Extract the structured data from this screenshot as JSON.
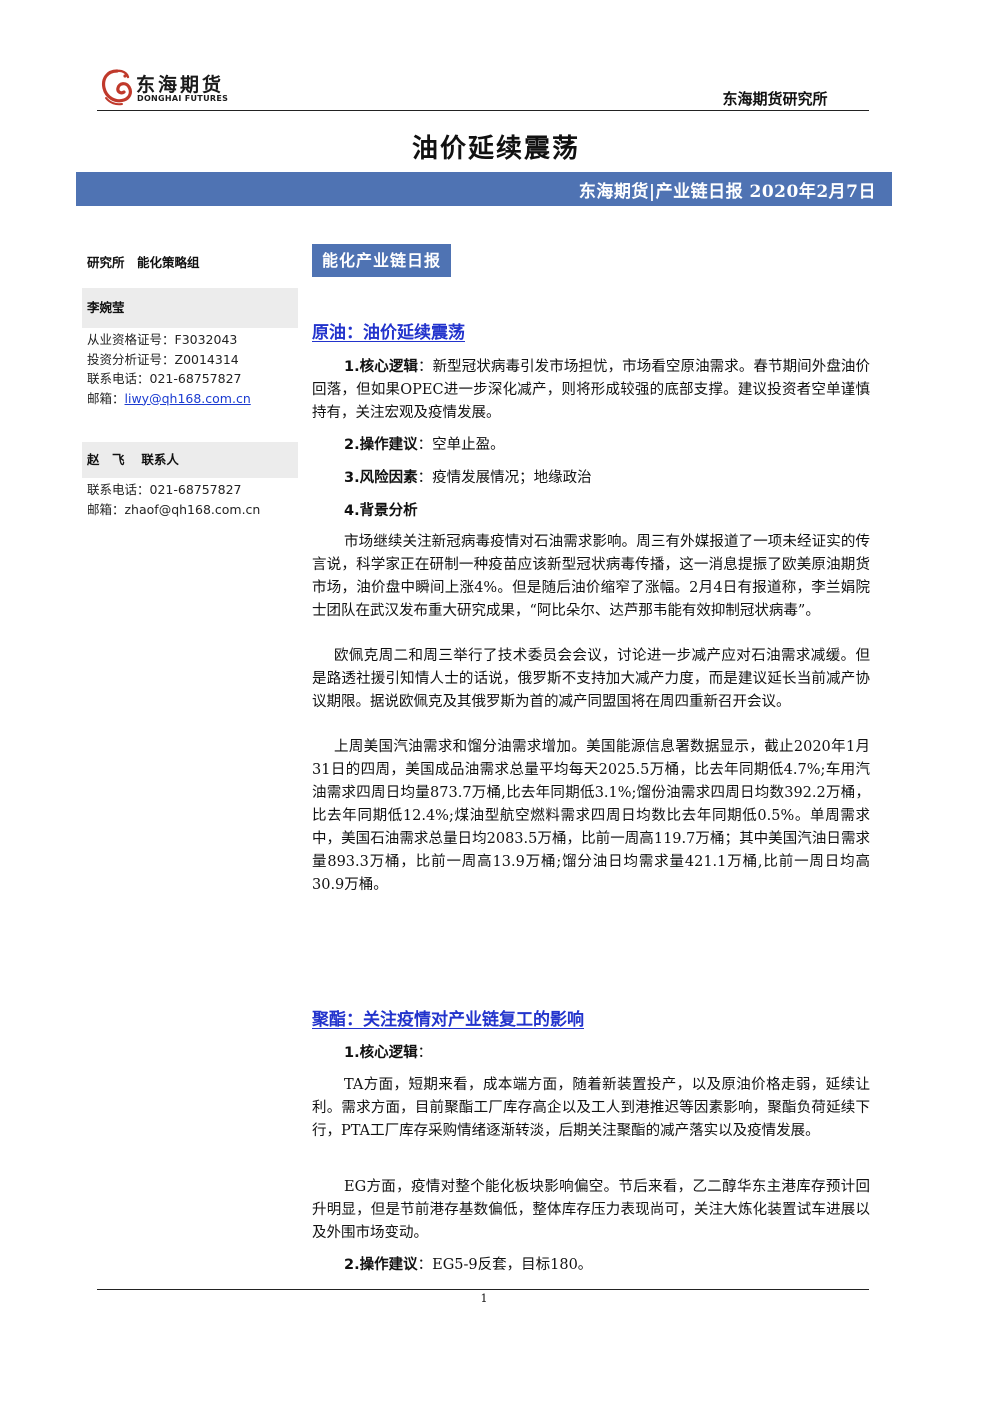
{
  "header": {
    "logo_cn": "东海期货",
    "logo_en": "DONGHAI FUTURES",
    "institute": "东海期货研究所"
  },
  "title": "油价延续震荡",
  "banner": "东海期货|产业链日报 2020年2月7日",
  "sidebar": {
    "dept": "研究所　能化策略组",
    "analyst1": {
      "name": "李婉莹",
      "lines": [
        "从业资格证号：F3032043",
        "投资分析证号：Z0014314",
        "联系电话：021-68757827"
      ],
      "email_label": "邮箱：",
      "email": "liwy@qh168.com.cn"
    },
    "analyst2": {
      "name": "赵　飞　 联系人",
      "lines": [
        "联系电话：021-68757827",
        "邮箱：zhaof@qh168.com.cn"
      ]
    }
  },
  "tag": "能化产业链日报",
  "crude": {
    "title": "原油：油价延续震荡",
    "p1_label": "1.核心逻辑",
    "p1_text": "：新型冠状病毒引发市场担忧，市场看空原油需求。春节期间外盘油价回落，但如果OPEC进一步深化减产，则将形成较强的底部支撑。建议投资者空单谨慎持有，关注宏观及疫情发展。",
    "p2_label": "2.操作建议",
    "p2_text": "：空单止盈。",
    "p3_label": "3.风险因素",
    "p3_text": "：疫情发展情况；地缘政治",
    "p4_label": "4.背景分析",
    "bg1": "市场继续关注新冠病毒疫情对石油需求影响。周三有外媒报道了一项未经证实的传言说，科学家正在研制一种疫苗应该新型冠状病毒传播，这一消息提振了欧美原油期货市场，油价盘中瞬间上涨4%。但是随后油价缩窄了涨幅。2月4日有报道称，李兰娟院士团队在武汉发布重大研究成果，“阿比朵尔、达芦那韦能有效抑制冠状病毒”。",
    "bg2": "欧佩克周二和周三举行了技术委员会会议，讨论进一步减产应对石油需求减缓。但是路透社援引知情人士的话说，俄罗斯不支持加大减产力度，而是建议延长当前减产协议期限。据说欧佩克及其俄罗斯为首的减产同盟国将在周四重新召开会议。",
    "bg3": "上周美国汽油需求和馏分油需求增加。美国能源信息署数据显示，截止2020年1月31日的四周，美国成品油需求总量平均每天2025.5万桶，比去年同期低4.7%;车用汽油需求四周日均量873.7万桶,比去年同期低3.1%;馏份油需求四周日均数392.2万桶，比去年同期低12.4%;煤油型航空燃料需求四周日均数比去年同期低0.5%。单周需求中，美国石油需求总量日均2083.5万桶，比前一周高119.7万桶；其中美国汽油日需求量893.3万桶，比前一周高13.9万桶;馏分油日均需求量421.1万桶,比前一周日均高30.9万桶。"
  },
  "polyester": {
    "title": "聚酯：关注疫情对产业链复工的影响",
    "p1_label": "1.核心逻辑",
    "p1_text": "：",
    "ta": "TA方面，短期来看，成本端方面，随着新装置投产，以及原油价格走弱，延续让利。需求方面，目前聚酯工厂库存高企以及工人到港推迟等因素影响，聚酯负荷延续下行，PTA工厂库存采购情绪逐渐转淡，后期关注聚酯的减产落实以及疫情发展。",
    "eg": "EG方面，疫情对整个能化板块影响偏空。节后来看，乙二醇华东主港库存预计回升明显，但是节前港存基数偏低，整体库存压力表现尚可，关注大炼化装置试车进展以及外围市场变动。",
    "p2_label": "2.操作建议",
    "p2_text": "：EG5-9反套，目标180。"
  },
  "footer": {
    "page": "1"
  },
  "colors": {
    "banner": "#4f73b3",
    "link": "#2233cc",
    "logo_red": "#c0392b"
  }
}
